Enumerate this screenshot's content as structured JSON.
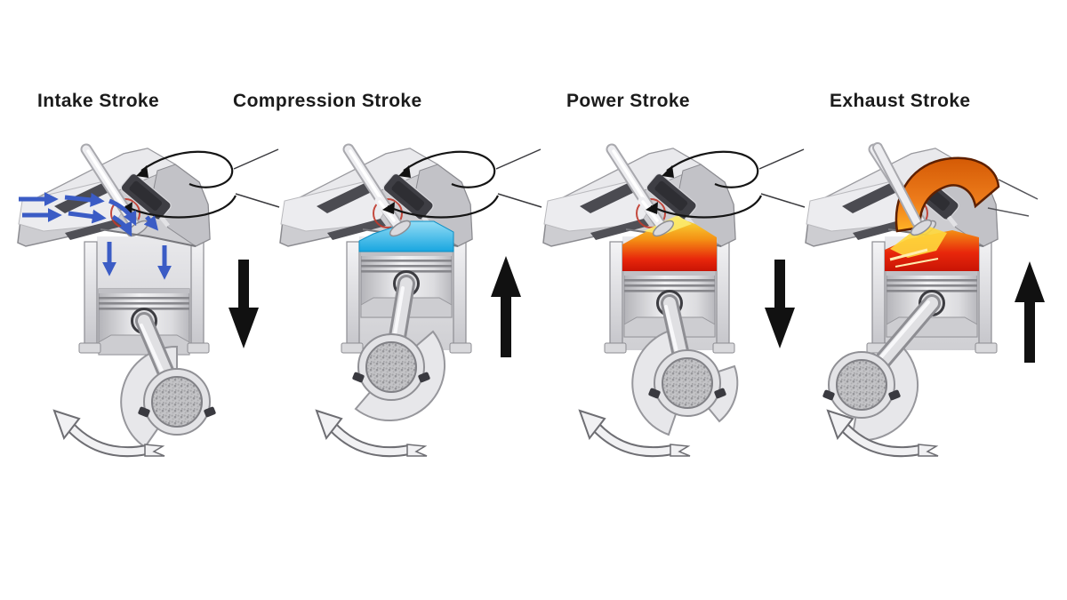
{
  "figure": {
    "panels": [
      {
        "title": "Intake Stroke",
        "piston_direction": "down",
        "gas": "fresh air-fuel charge entering"
      },
      {
        "title": "Compression Stroke",
        "piston_direction": "up",
        "gas": "compressed charge"
      },
      {
        "title": "Power Stroke",
        "piston_direction": "down",
        "gas": "burning gases"
      },
      {
        "title": "Exhaust Stroke",
        "piston_direction": "up",
        "gas": "exhaust gases leaving"
      }
    ]
  },
  "colors": {
    "background": "#ffffff",
    "direction_arrow": "#111111",
    "intake_air": "#3b5cc5",
    "compressed_charge_top": "#93dcf5",
    "compressed_charge_bottom": "#18a6e0",
    "flame_yellow": "#f9df3a",
    "flame_orange": "#f48f14",
    "flame_red": "#e8270b",
    "flame_deep_red": "#c91405",
    "exhaust_plume": "#ee7d1c",
    "exhaust_plume_dark": "#d45a05",
    "exhaust_glow": "#ffb326",
    "valve_seat_ring": "#c0392b"
  }
}
